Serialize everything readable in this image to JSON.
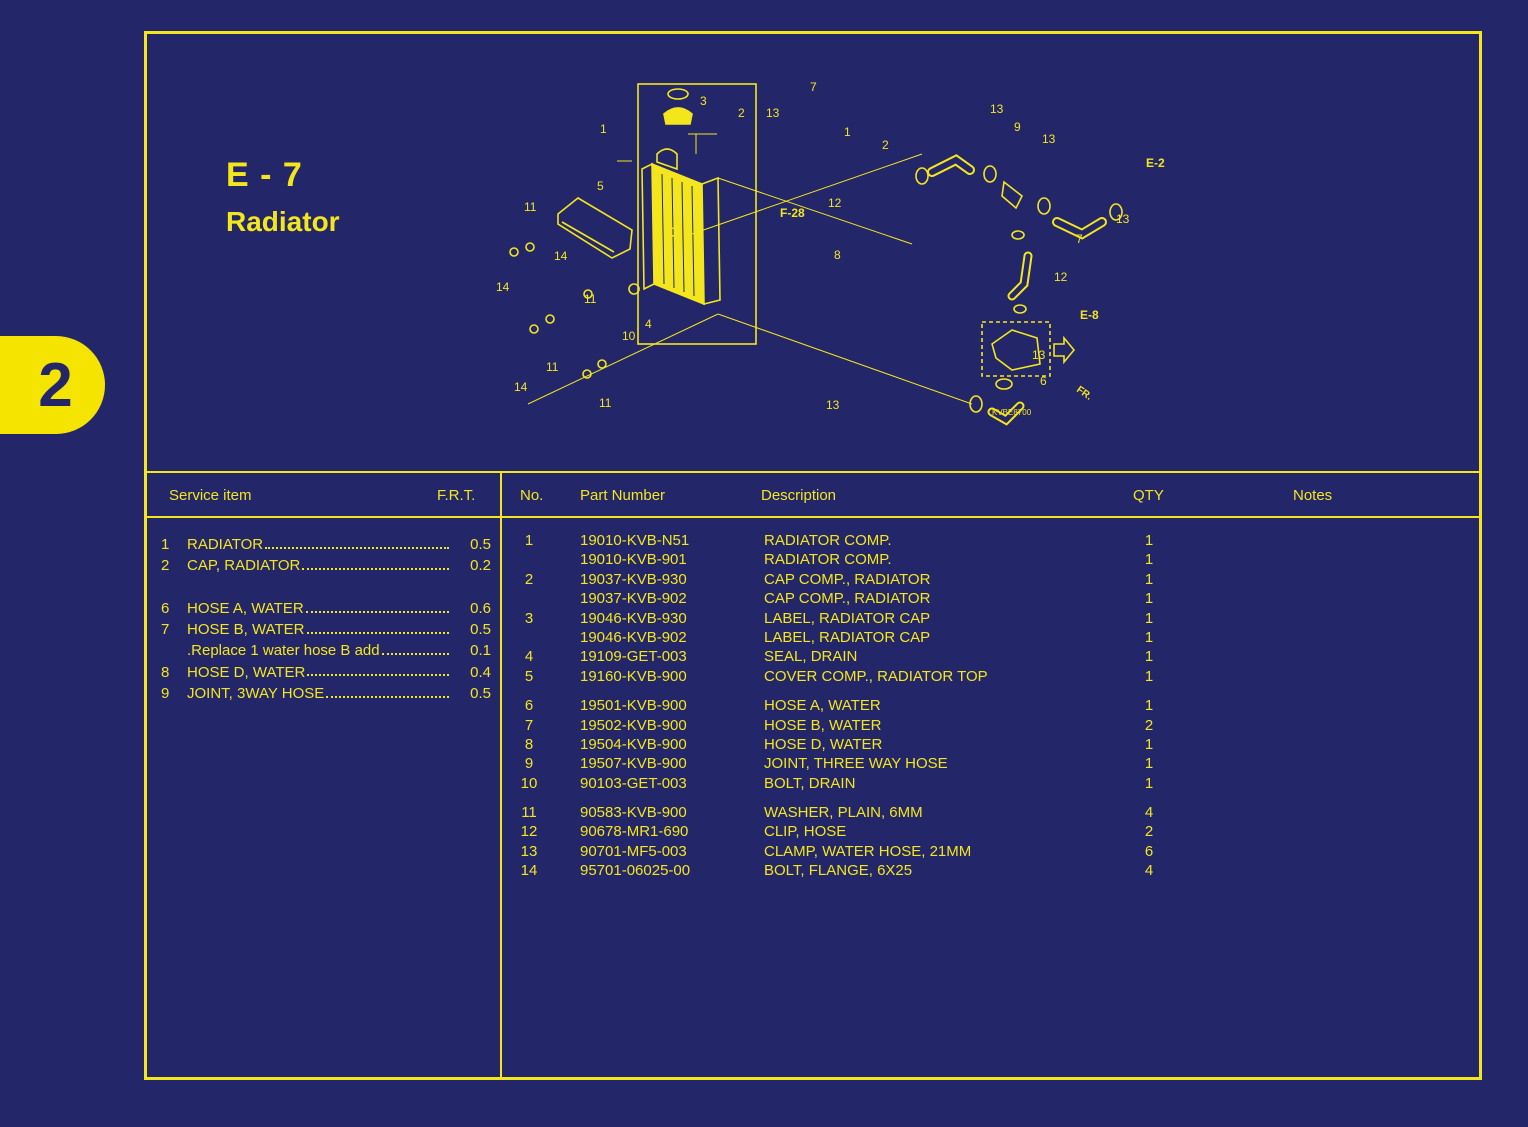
{
  "page_tab": "2",
  "section": {
    "code": "E - 7",
    "name": "Radiator"
  },
  "diagram": {
    "callouts": [
      "1",
      "2",
      "3",
      "4",
      "5",
      "6",
      "7",
      "7",
      "8",
      "9",
      "10",
      "11",
      "11",
      "11",
      "11",
      "12",
      "12",
      "13",
      "13",
      "13",
      "13",
      "13",
      "13",
      "14",
      "14",
      "14"
    ],
    "refs": [
      "F-28",
      "E-2",
      "E-8"
    ],
    "code": "KVBE8700",
    "fr_label": "FR."
  },
  "headers": {
    "service_item": "Service item",
    "frt": "F.R.T.",
    "no": "No.",
    "part_number": "Part Number",
    "description": "Description",
    "qty": "QTY",
    "notes": "Notes"
  },
  "service_groups": [
    [
      {
        "no": "1",
        "label": "RADIATOR",
        "frt": "0.5"
      },
      {
        "no": "2",
        "label": "CAP, RADIATOR",
        "frt": "0.2"
      }
    ],
    [
      {
        "no": "6",
        "label": "HOSE A, WATER",
        "frt": "0.6"
      },
      {
        "no": "7",
        "label": "HOSE B, WATER",
        "frt": "0.5"
      },
      {
        "no": "",
        "label": ".Replace 1 water hose B add",
        "frt": "0.1"
      },
      {
        "no": "8",
        "label": "HOSE D, WATER",
        "frt": "0.4"
      },
      {
        "no": "9",
        "label": "JOINT, 3WAY HOSE",
        "frt": "0.5"
      }
    ]
  ],
  "parts_groups": [
    [
      {
        "no": "1",
        "pn": "19010-KVB-N51",
        "desc": "RADIATOR COMP.",
        "qty": "1"
      },
      {
        "no": "",
        "pn": "19010-KVB-901",
        "desc": "RADIATOR COMP.",
        "qty": "1"
      },
      {
        "no": "2",
        "pn": "19037-KVB-930",
        "desc": "CAP COMP., RADIATOR",
        "qty": "1"
      },
      {
        "no": "",
        "pn": "19037-KVB-902",
        "desc": "CAP COMP., RADIATOR",
        "qty": "1"
      },
      {
        "no": "3",
        "pn": "19046-KVB-930",
        "desc": "LABEL, RADIATOR CAP",
        "qty": "1"
      },
      {
        "no": "",
        "pn": "19046-KVB-902",
        "desc": "LABEL, RADIATOR CAP",
        "qty": "1"
      },
      {
        "no": "4",
        "pn": "19109-GET-003",
        "desc": "SEAL, DRAIN",
        "qty": "1"
      },
      {
        "no": "5",
        "pn": "19160-KVB-900",
        "desc": "COVER COMP., RADIATOR TOP",
        "qty": "1"
      }
    ],
    [
      {
        "no": "6",
        "pn": "19501-KVB-900",
        "desc": "HOSE A, WATER",
        "qty": "1"
      },
      {
        "no": "7",
        "pn": "19502-KVB-900",
        "desc": "HOSE B, WATER",
        "qty": "2"
      },
      {
        "no": "8",
        "pn": "19504-KVB-900",
        "desc": "HOSE D, WATER",
        "qty": "1"
      },
      {
        "no": "9",
        "pn": "19507-KVB-900",
        "desc": "JOINT, THREE WAY HOSE",
        "qty": "1"
      },
      {
        "no": "10",
        "pn": "90103-GET-003",
        "desc": "BOLT, DRAIN",
        "qty": "1"
      }
    ],
    [
      {
        "no": "11",
        "pn": "90583-KVB-900",
        "desc": "WASHER, PLAIN, 6MM",
        "qty": "4"
      },
      {
        "no": "12",
        "pn": "90678-MR1-690",
        "desc": "CLIP, HOSE",
        "qty": "2"
      },
      {
        "no": "13",
        "pn": "90701-MF5-003",
        "desc": "CLAMP, WATER HOSE, 21MM",
        "qty": "6"
      },
      {
        "no": "14",
        "pn": "95701-06025-00",
        "desc": "BOLT, FLANGE, 6X25",
        "qty": "4"
      }
    ]
  ],
  "colors": {
    "background": "#23276a",
    "accent": "#f4e61c",
    "tab": "#f5e300"
  }
}
